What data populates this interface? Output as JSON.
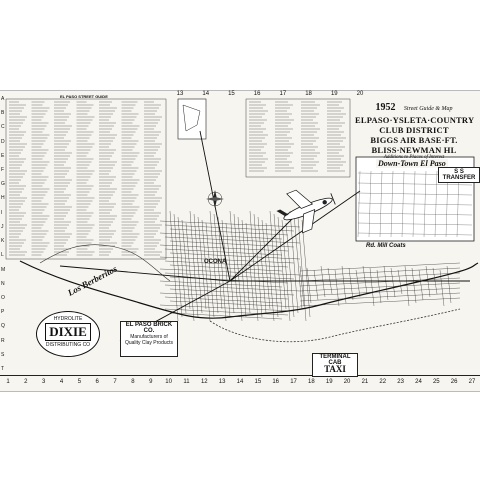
{
  "map": {
    "year": "1952",
    "subtitle": "Street Guide & Map",
    "title_line1": "ELPASO·YSLETA·COUNTRY CLUB DISTRICT",
    "title_line2": "BIGGS AIR BASE·FT. BLISS·NEWMAN HL",
    "title_note": "Additions to Places of Interest",
    "inset_label": "Down-Town El Paso",
    "street_index_header": "EL PASO STREET GUIDE",
    "rd_label": "Rd. Mill Coats",
    "mountain_label": "Los Berberitos",
    "ocona_label": "OCONA",
    "ss_badge": "S S TRANSFER",
    "dixie_top": "HYDROLITE",
    "dixie_main": "DIXIE",
    "dixie_bottom": "DISTRIBUTING CO",
    "brick_name": "EL PASO BRICK CO.",
    "brick_line1": "Manufacturers of",
    "brick_line2": "Quality Clay Products",
    "taxi_top": "TERMINAL CAB",
    "taxi_big": "TAXI",
    "top_ticks": [
      "13",
      "14",
      "15",
      "16",
      "17",
      "18",
      "19",
      "20"
    ],
    "bottom_ticks": [
      "1",
      "2",
      "3",
      "4",
      "5",
      "6",
      "7",
      "8",
      "9",
      "10",
      "11",
      "12",
      "13",
      "14",
      "15",
      "16",
      "17",
      "18",
      "19",
      "20",
      "21",
      "22",
      "23",
      "24",
      "25",
      "26",
      "27"
    ],
    "side_ticks": [
      "A",
      "B",
      "C",
      "D",
      "E",
      "F",
      "G",
      "H",
      "I",
      "J",
      "K",
      "L",
      "M",
      "N",
      "O",
      "P",
      "Q",
      "R",
      "S",
      "T"
    ]
  },
  "colors": {
    "paper": "#f7f5ef",
    "ink": "#111111"
  },
  "icons": [
    "airplane-icon",
    "compass-rose-icon"
  ]
}
